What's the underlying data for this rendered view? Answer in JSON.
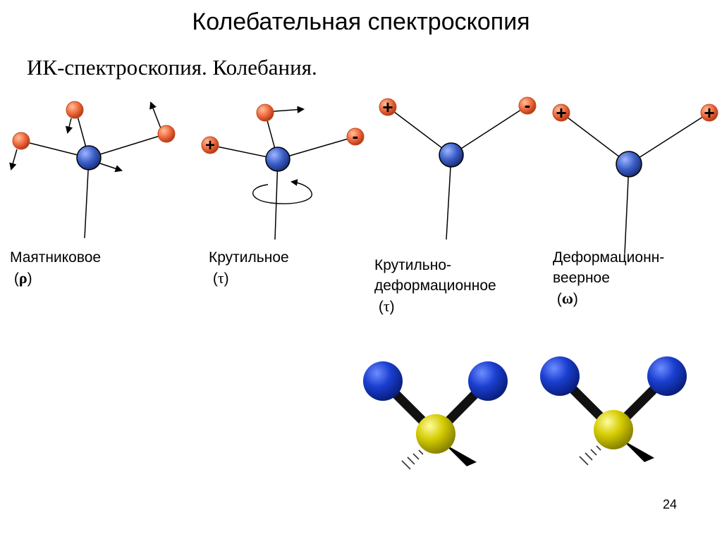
{
  "slide": {
    "title": "Колебательная спектроскопия",
    "subtitle": "ИК-спектроскопия. Колебания.",
    "page_number": "24"
  },
  "modes": [
    {
      "name": "Маятниковое",
      "symbol": "ρ"
    },
    {
      "name": "Крутильное",
      "symbol": "τ"
    },
    {
      "name_line1": "Крутильно-",
      "name_line2": "деформационное",
      "symbol": "τ"
    },
    {
      "name_line1": "Деформационн-",
      "name_line2": "веерное",
      "symbol": "ω"
    }
  ],
  "charges": {
    "plus": "+",
    "minus": "-"
  },
  "colors": {
    "central_atom": "#3a5fc8",
    "side_atom": "#f06a40",
    "model_ligand": "#1a3fd0",
    "model_center": "#d4cc00",
    "bond": "#000000"
  }
}
